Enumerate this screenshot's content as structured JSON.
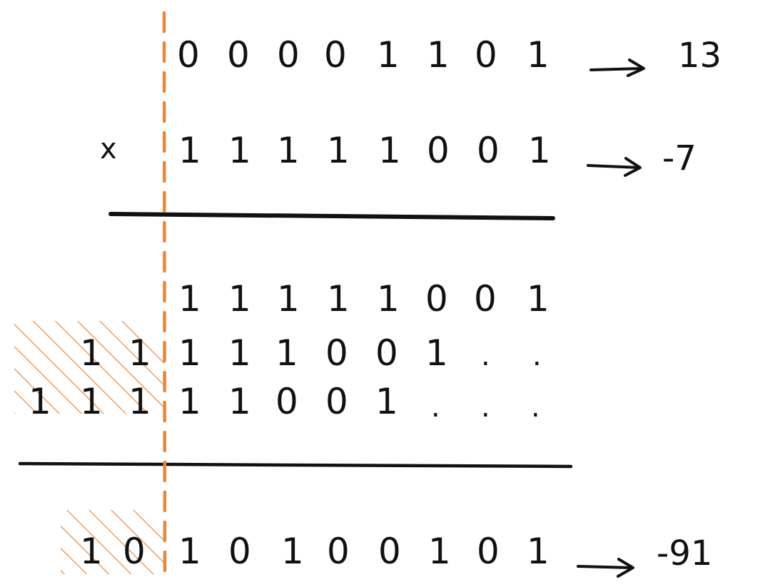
{
  "colors": {
    "ink": "#111111",
    "accent": "#e8873a",
    "background": "#ffffff"
  },
  "operator": "x",
  "multiplicand": {
    "bits": [
      "0",
      "0",
      "0",
      "0",
      "1",
      "1",
      "0",
      "1"
    ],
    "value": "13"
  },
  "multiplier": {
    "bits": [
      "1",
      "1",
      "1",
      "1",
      "1",
      "0",
      "0",
      "1"
    ],
    "value": "-7"
  },
  "partial_products": [
    {
      "overflow_bits": [],
      "bits": [
        "1",
        "1",
        "1",
        "1",
        "1",
        "0",
        "0",
        "1"
      ],
      "trailing_dots": []
    },
    {
      "overflow_bits": [
        "1",
        "1"
      ],
      "bits": [
        "1",
        "1",
        "1",
        "0",
        "0",
        "1"
      ],
      "trailing_dots": [
        ".",
        "."
      ]
    },
    {
      "overflow_bits": [
        "1",
        "1",
        "1"
      ],
      "bits": [
        "1",
        "1",
        "0",
        "0",
        "1"
      ],
      "trailing_dots": [
        ".",
        ".",
        "."
      ]
    }
  ],
  "result": {
    "overflow_bits": [
      "1",
      "0"
    ],
    "bits": [
      "1",
      "0",
      "1",
      "0",
      "0",
      "1",
      "0",
      "1"
    ],
    "value": "-91"
  },
  "arrow_glyph": "→"
}
